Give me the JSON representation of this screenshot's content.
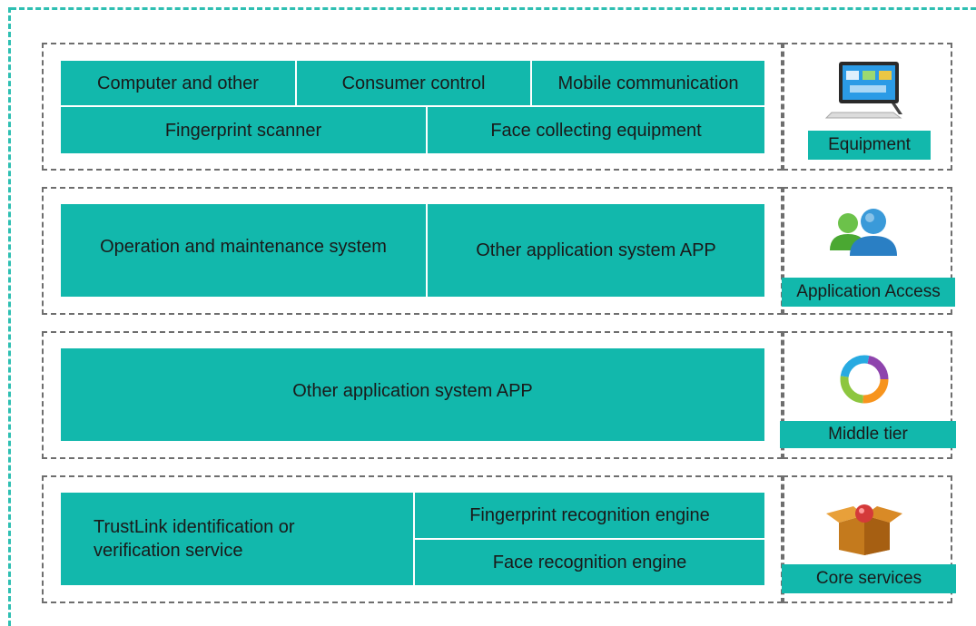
{
  "equipment_tier": {
    "label": "Equipment",
    "icon": "monitor-icon",
    "blocks": [
      "Computer and other",
      "Consumer control",
      "Mobile communication",
      "Fingerprint scanner",
      "Face collecting equipment"
    ]
  },
  "application_access_tier": {
    "label": "Application Access",
    "icon": "users-icon",
    "blocks": [
      "Operation and maintenance system",
      "Other application system APP"
    ]
  },
  "middle_tier": {
    "label": "Middle tier",
    "icon": "colorful-ring-icon",
    "blocks": [
      "Other application system APP"
    ]
  },
  "core_services_tier": {
    "label": "Core services",
    "icon": "open-box-icon",
    "blocks": [
      "TrustLink identification or verification service",
      "Fingerprint recognition engine",
      "Face recognition engine"
    ]
  },
  "colors": {
    "block": "#12b8ac",
    "outer_border": "#2ebfb2",
    "tier_border": "#6e6e6e"
  }
}
